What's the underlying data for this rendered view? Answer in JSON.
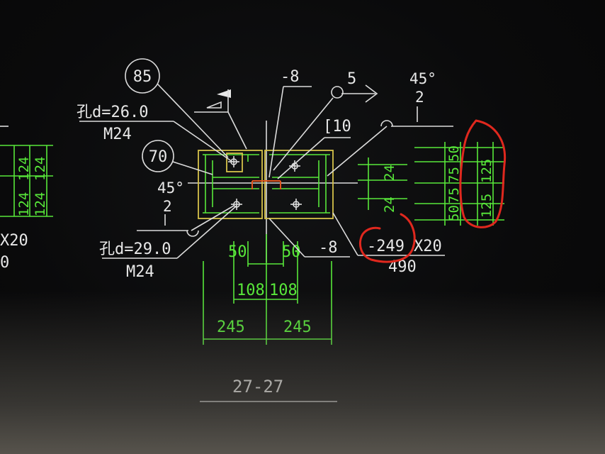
{
  "colors": {
    "drawing_bg": "#0b0c0d",
    "dim_green": "#58e83a",
    "line_white": "#dcdcdc",
    "plate_yellow": "#d6c24a",
    "markup_red": "#e0281e",
    "cleat_orange": "#e0541e"
  },
  "left_callouts": {
    "bubble_85": "85",
    "bubble_70": "70",
    "hole_upper": "孔d=26.0",
    "bolt_upper": "M24",
    "angle_left": "45°",
    "weld_left": "2",
    "hole_lower": "孔d=29.0",
    "bolt_lower": "M24"
  },
  "top_callouts": {
    "web_plate": "-8",
    "weld_size": "5",
    "channel": "[10",
    "angle_right": "45°",
    "weld_right": "2"
  },
  "right_dims": {
    "vertical": [
      "24",
      "24"
    ],
    "bolt_rows": [
      "50",
      "75",
      "75",
      "50"
    ],
    "edge_125": [
      "125",
      "125"
    ]
  },
  "bottom_labels": {
    "plate_right": "-249",
    "plate_right_suffix": "X20",
    "width_490": "490",
    "flange_plate": "-8",
    "dim_50": [
      "50",
      "50"
    ],
    "dim_108": [
      "108",
      "108"
    ],
    "dim_245": [
      "245",
      "245"
    ]
  },
  "left_partial": {
    "dims_a": [
      "124",
      "124"
    ],
    "dims_b": [
      "124",
      "124"
    ],
    "cut_text_1": "X20",
    "cut_text_2": "0"
  },
  "section_title": "27-27"
}
